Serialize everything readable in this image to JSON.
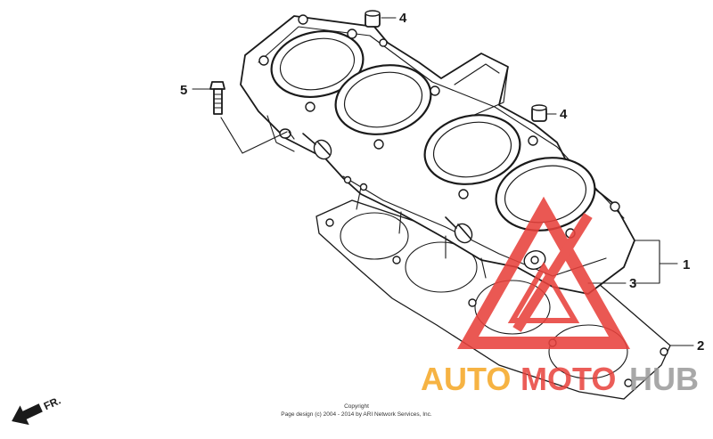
{
  "diagram": {
    "callouts": [
      {
        "id": "1",
        "label": "1"
      },
      {
        "id": "2",
        "label": "2"
      },
      {
        "id": "3",
        "label": "3"
      },
      {
        "id": "4a",
        "label": "4"
      },
      {
        "id": "4b",
        "label": "4"
      },
      {
        "id": "5",
        "label": "5"
      }
    ],
    "direction_label": "FR.",
    "copyright_line1": "Copyright",
    "copyright_line2": "Page design (c) 2004 - 2014 by ARI Network Services, Inc."
  },
  "watermark": {
    "text_auto": "AUTO",
    "text_moto": "MOTO",
    "text_hub": "HUB",
    "color_red": "#e8413c",
    "color_orange": "#f5a623",
    "color_gray": "#9a9a9a"
  }
}
